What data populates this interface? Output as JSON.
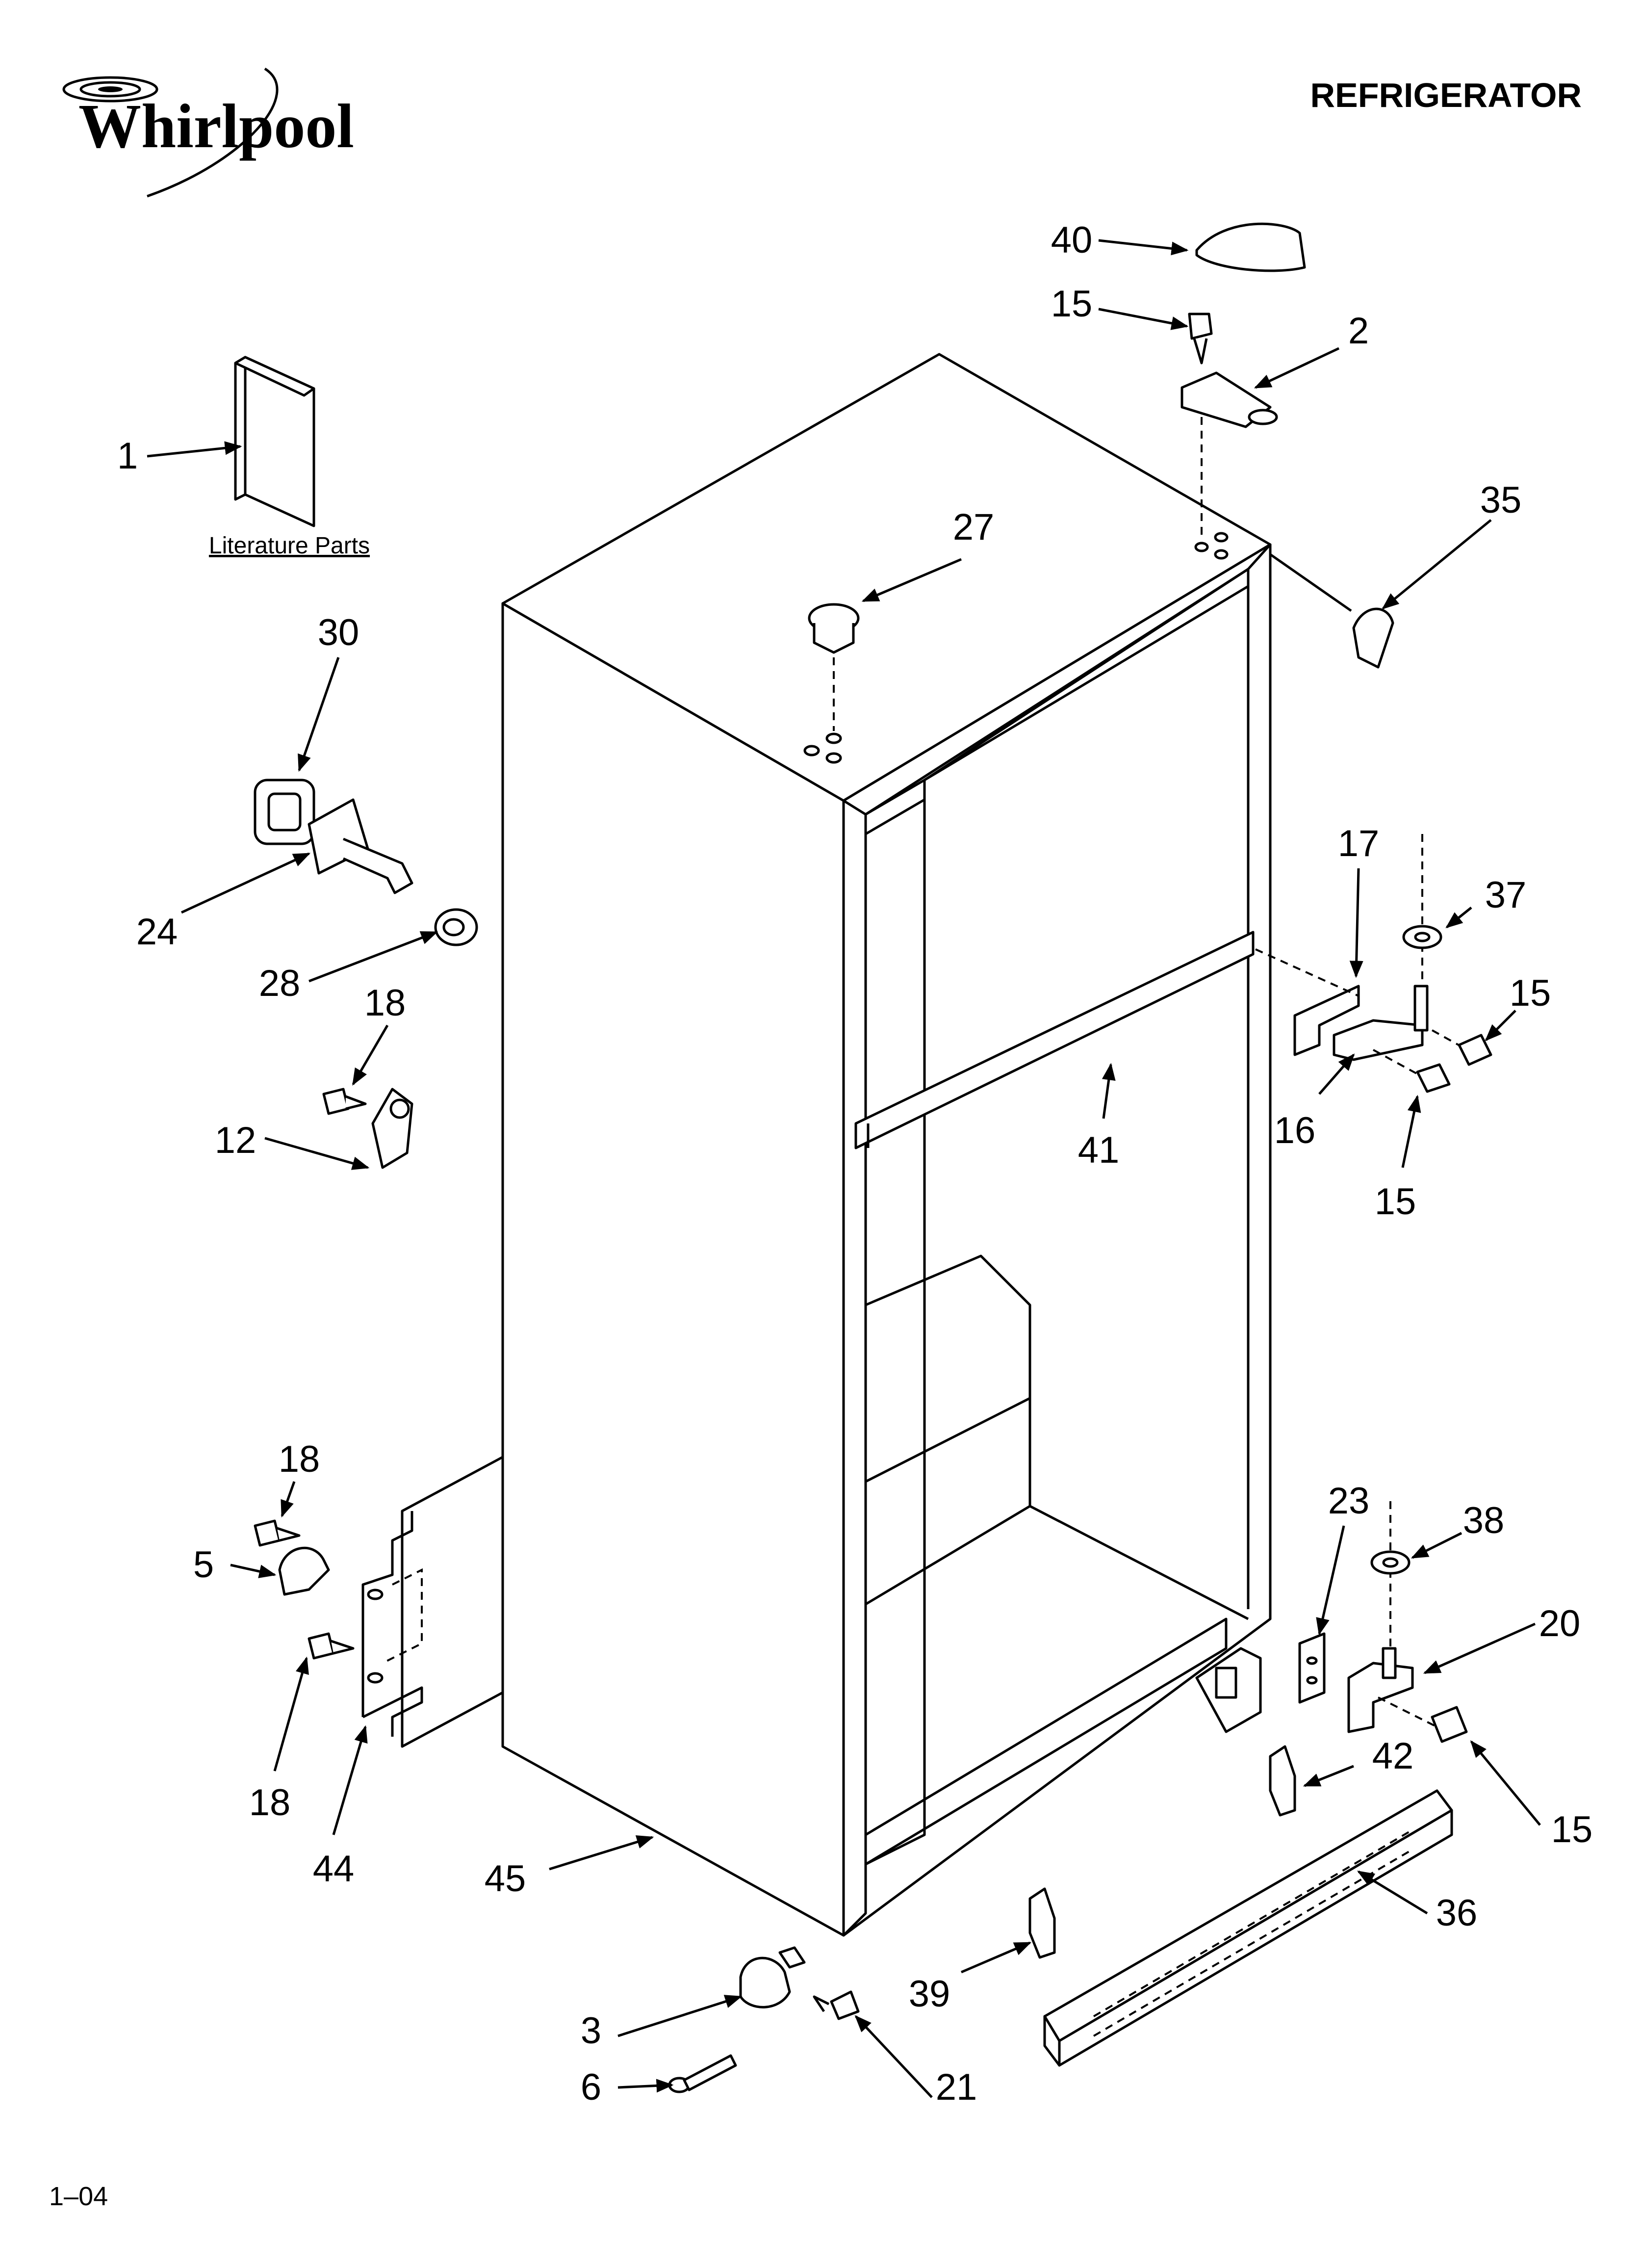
{
  "brand": {
    "name": "Whirlpool"
  },
  "header": {
    "title": "REFRIGERATOR"
  },
  "literature": {
    "caption": "Literature Parts"
  },
  "footer": {
    "code": "1–04"
  },
  "callouts": {
    "c1": "1",
    "c2": "2",
    "c3": "3",
    "c5": "5",
    "c6": "6",
    "c12": "12",
    "c15a": "15",
    "c15b": "15",
    "c15c": "15",
    "c15d": "15",
    "c16": "16",
    "c17": "17",
    "c18a": "18",
    "c18b": "18",
    "c18c": "18",
    "c20": "20",
    "c21": "21",
    "c23": "23",
    "c24": "24",
    "c27": "27",
    "c28": "28",
    "c30": "30",
    "c35": "35",
    "c36": "36",
    "c37": "37",
    "c38": "38",
    "c39": "39",
    "c40": "40",
    "c41": "41",
    "c42": "42",
    "c44": "44",
    "c45": "45"
  }
}
